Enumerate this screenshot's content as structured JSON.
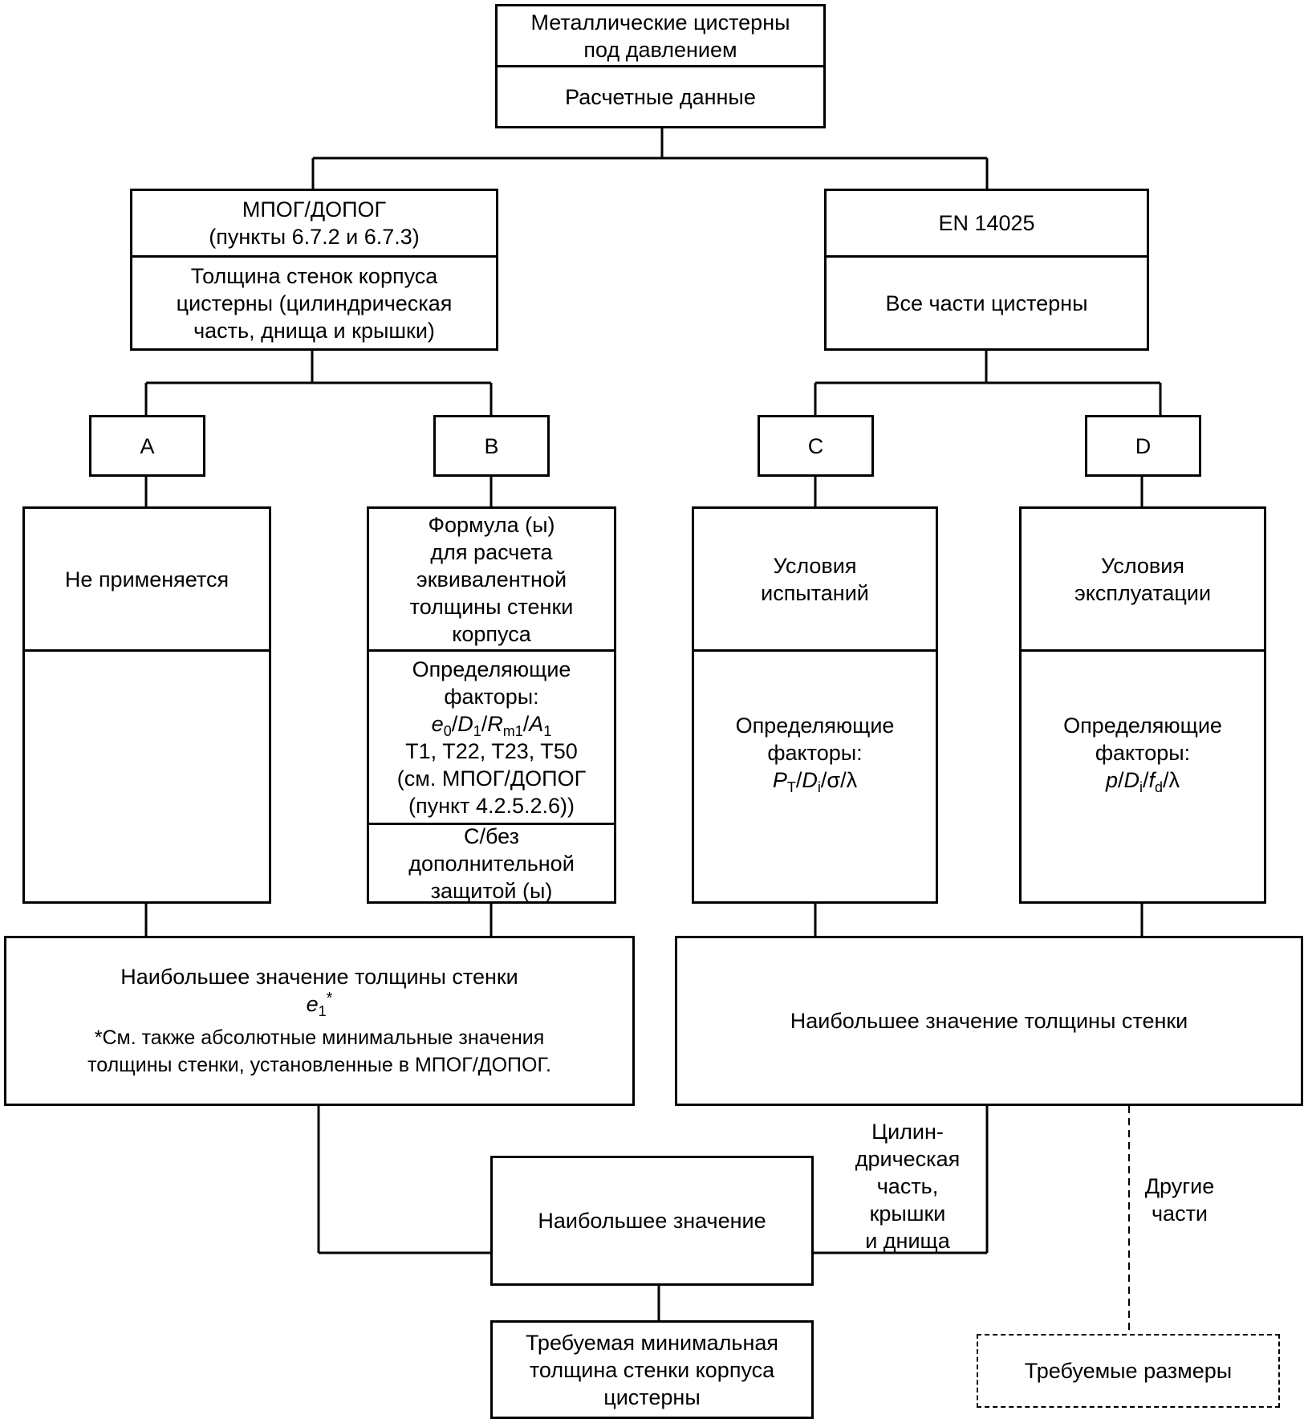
{
  "top": {
    "title_l1": "Металлические цистерны",
    "title_l2": "под давлением",
    "subtitle": "Расчетные данные"
  },
  "left_branch": {
    "title_l1": "МПОГ/ДОПОГ",
    "title_l2": "(пункты 6.7.2 и 6.7.3)",
    "body_l1": "Толщина стенок корпуса",
    "body_l2": "цистерны (цилиндрическая",
    "body_l3": "часть, днища и крышки)"
  },
  "right_branch": {
    "title": "EN 14025",
    "body": "Все части цистерны"
  },
  "letters": {
    "a": "A",
    "b": "B",
    "c": "C",
    "d": "D"
  },
  "col_a": {
    "top": "Не применяется"
  },
  "col_b": {
    "formula_l1": "Формула (ы)",
    "formula_l2": "для расчета",
    "formula_l3": "эквивалентной",
    "formula_l4": "толщины стенки",
    "formula_l5": "корпуса",
    "factors_l1": "Определяющие",
    "factors_l2": "факторы:",
    "factors_e": "e",
    "factors_e_sub": "0",
    "factors_d": "D",
    "factors_d_sub": "1",
    "factors_r": "R",
    "factors_r_sub": "m1",
    "factors_a": "A",
    "factors_a_sub": "1",
    "factors_t": "T1, T22, T23, T50",
    "factors_ref1": "(см. МПОГ/ДОПОГ",
    "factors_ref2": "(пункт 4.2.5.2.6))",
    "prot_l1": "С/без",
    "prot_l2": "дополнительной",
    "prot_l3": "защитой (ы)"
  },
  "col_c": {
    "top_l1": "Условия",
    "top_l2": "испытаний",
    "factors_l1": "Определяющие",
    "factors_l2": "факторы:",
    "p": "P",
    "p_sub": "T",
    "d": "D",
    "d_sub": "i",
    "rest": "/σ/λ"
  },
  "col_d": {
    "top_l1": "Условия",
    "top_l2": "эксплуатации",
    "factors_l1": "Определяющие",
    "factors_l2": "факторы:",
    "p": "p",
    "d": "D",
    "d_sub": "i",
    "f": "f",
    "f_sub": "d",
    "rest": "/λ"
  },
  "left_result": {
    "l1": "Наибольшее значение толщины стенки",
    "e": "e",
    "e_sub": "1",
    "star": "*",
    "note_l1": "*См. также абсолютные минимальные значения",
    "note_l2": "толщины стенки, установленные в МПОГ/ДОПОГ."
  },
  "right_result": {
    "text": "Наибольшее значение толщины стенки"
  },
  "labels": {
    "cyl_l1": "Цилин-",
    "cyl_l2": "дрическая",
    "cyl_l3": "часть,",
    "cyl_l4": "крышки",
    "cyl_l5": "и днища",
    "other_l1": "Другие",
    "other_l2": "части"
  },
  "max": {
    "text": "Наибольшее значение"
  },
  "final": {
    "l1": "Требуемая минимальная",
    "l2": "толщина стенки корпуса",
    "l3": "цистерны"
  },
  "dims": {
    "text": "Требуемые размеры"
  }
}
